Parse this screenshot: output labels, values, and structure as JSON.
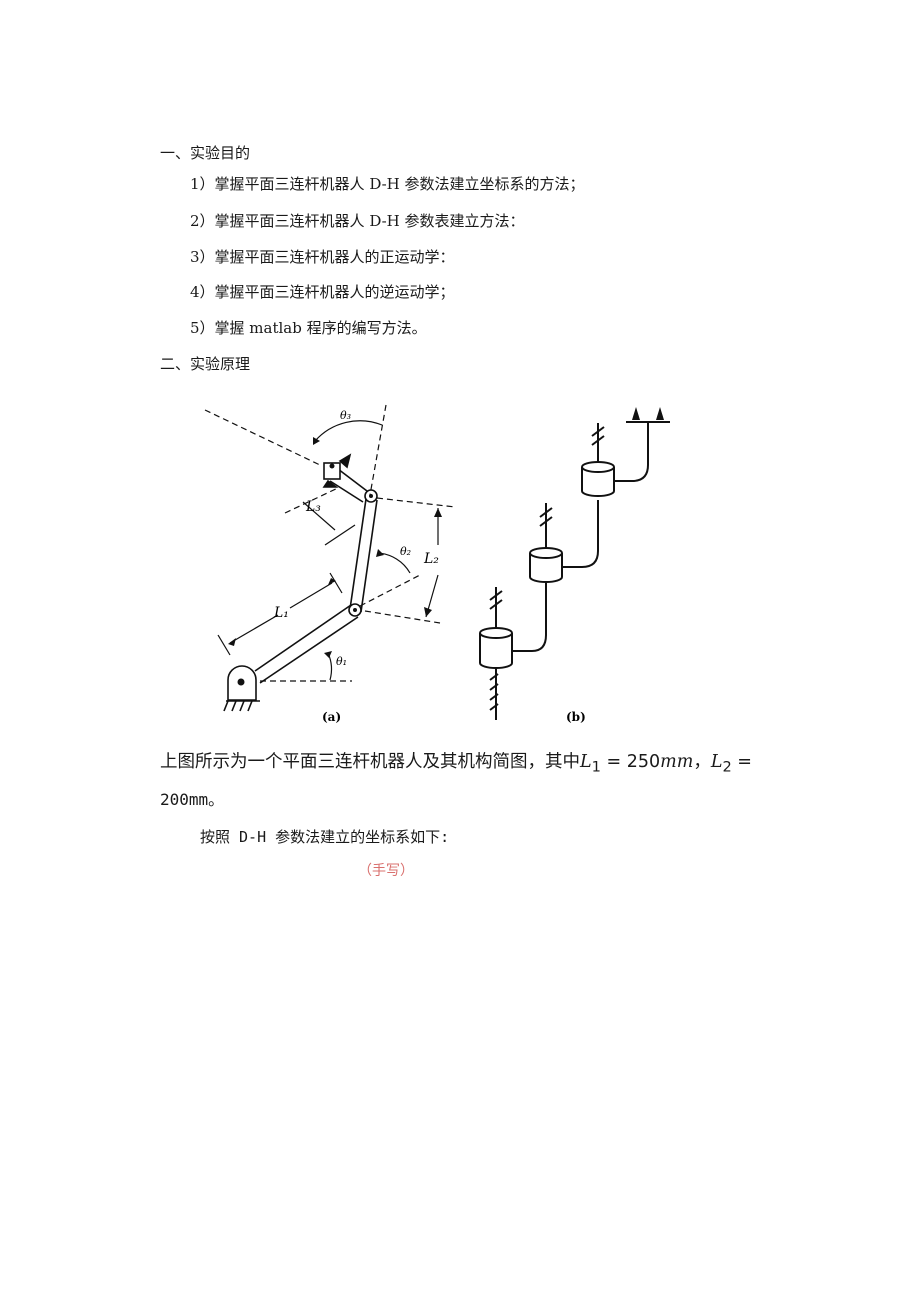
{
  "section1": {
    "title": "一、实验目的",
    "items": [
      "1）掌握平面三连杆机器人 D-H 参数法建立坐标系的方法；",
      "2）掌握平面三连杆机器人 D-H 参数表建立方法：",
      "3）掌握平面三连杆机器人的正运动学：",
      "4）掌握平面三连杆机器人的逆运动学；",
      "5）掌握 matlab 程序的编写方法。"
    ]
  },
  "section2": {
    "title": "二、实验原理"
  },
  "figure": {
    "a": {
      "caption": "(a)",
      "labels": {
        "theta1": "θ₁",
        "theta2": "θ₂",
        "theta3": "θ₃",
        "L1": "L₁",
        "L2": "L₂",
        "L3": "L₃"
      }
    },
    "b": {
      "caption": "(b)"
    }
  },
  "description": {
    "line1_prefix": "上图所示为一个平面三连杆机器人及其机构简图，其中",
    "L1_symbol": "L",
    "L1_sub": "1",
    "L1_value": " = 250",
    "L1_unit": "mm",
    "sep": "，",
    "L2_symbol": "L",
    "L2_sub": "2",
    "L2_eq": " =",
    "line2": "200mm。"
  },
  "dh_text": "按照 D-H 参数法建立的坐标系如下:",
  "handwrite_note": "（手写）",
  "colors": {
    "handwrite": "#d9706e",
    "text": "#1a1a1a"
  }
}
